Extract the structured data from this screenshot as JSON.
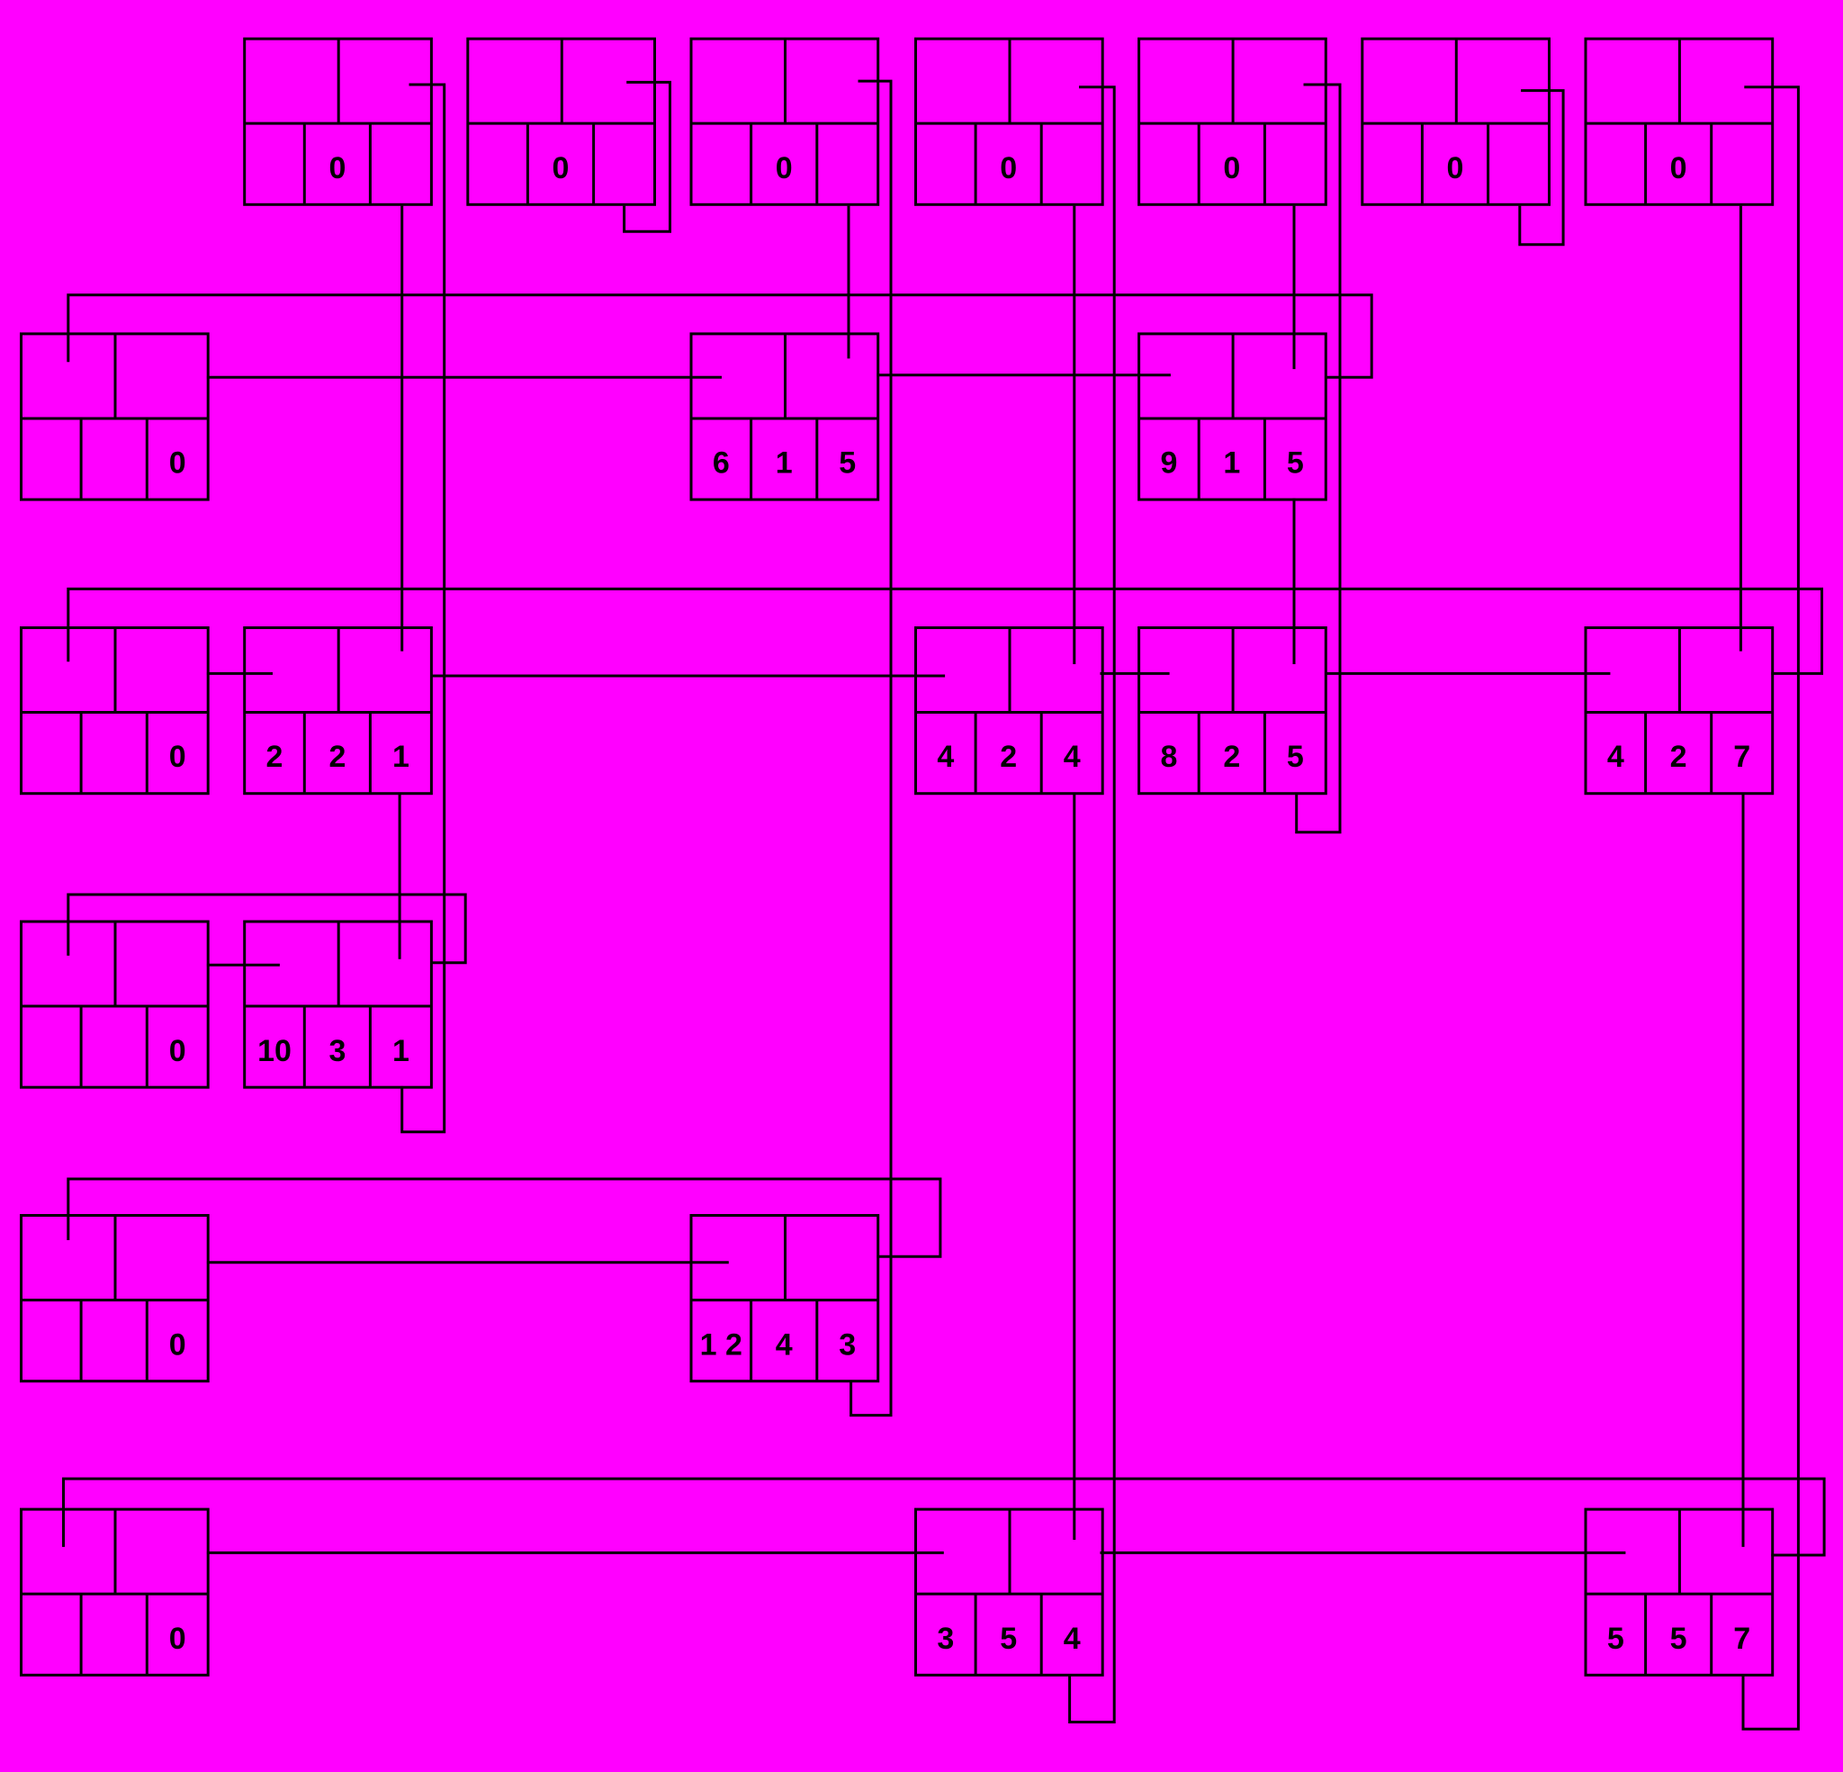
{
  "colors": {
    "background": "#ff00ff",
    "stroke": "#000000"
  },
  "structure": "orthogonal linked list",
  "column_headers": [
    {
      "id": "c1",
      "values": [
        "",
        "0",
        ""
      ]
    },
    {
      "id": "c2",
      "values": [
        "",
        "0",
        ""
      ]
    },
    {
      "id": "c3",
      "values": [
        "",
        "0",
        ""
      ]
    },
    {
      "id": "c4",
      "values": [
        "",
        "0",
        ""
      ]
    },
    {
      "id": "c5",
      "values": [
        "",
        "0",
        ""
      ]
    },
    {
      "id": "c6",
      "values": [
        "",
        "0",
        ""
      ]
    },
    {
      "id": "c7",
      "values": [
        "",
        "0",
        ""
      ]
    }
  ],
  "row_headers": [
    {
      "id": "r1",
      "values": [
        "",
        "",
        "0"
      ]
    },
    {
      "id": "r2",
      "values": [
        "",
        "",
        "0"
      ]
    },
    {
      "id": "r3",
      "values": [
        "",
        "",
        "0"
      ]
    },
    {
      "id": "r4",
      "values": [
        "",
        "",
        "0"
      ]
    },
    {
      "id": "r5",
      "values": [
        "",
        "",
        "0"
      ]
    }
  ],
  "nodes": [
    {
      "id": "n_r1_c3",
      "values": [
        "6",
        "1",
        "5"
      ]
    },
    {
      "id": "n_r1_c5",
      "values": [
        "9",
        "1",
        "5"
      ]
    },
    {
      "id": "n_r2_c1",
      "values": [
        "2",
        "2",
        "1"
      ]
    },
    {
      "id": "n_r2_c4",
      "values": [
        "4",
        "2",
        "4"
      ]
    },
    {
      "id": "n_r2_c5",
      "values": [
        "8",
        "2",
        "5"
      ]
    },
    {
      "id": "n_r2_c7",
      "values": [
        "4",
        "2",
        "7"
      ]
    },
    {
      "id": "n_r3_c1",
      "values": [
        "10",
        "3",
        "1"
      ]
    },
    {
      "id": "n_r4_c3",
      "values": [
        "1 2",
        "4",
        "3"
      ]
    },
    {
      "id": "n_r5_c4",
      "values": [
        "3",
        "5",
        "4"
      ]
    },
    {
      "id": "n_r5_c7",
      "values": [
        "5",
        "5",
        "7"
      ]
    }
  ]
}
